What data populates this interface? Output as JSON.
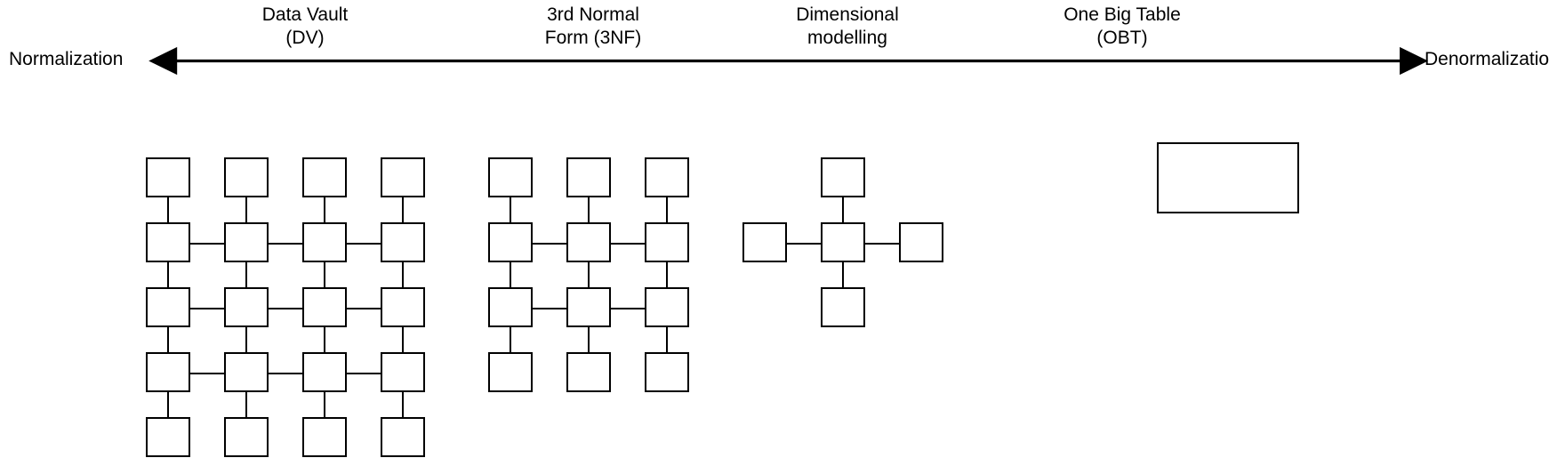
{
  "diagram": {
    "title_present": false,
    "axis": {
      "left_label": "Normalization",
      "right_label": "Denormalization",
      "arrow_style": "double-headed",
      "color": "#000000"
    },
    "stages": [
      {
        "id": "data-vault",
        "label": "Data Vault\n(DV)",
        "line1": "Data Vault",
        "line2": "(DV)",
        "schema_shape": "5x4-grid-mesh",
        "box_count": 20
      },
      {
        "id": "third-normal-form",
        "label": "3rd Normal\nForm (3NF)",
        "line1": "3rd Normal",
        "line2": "Form (3NF)",
        "schema_shape": "4x3-grid-mesh",
        "box_count": 12
      },
      {
        "id": "dimensional-modelling",
        "label": "Dimensional\nmodelling",
        "line1": "Dimensional",
        "line2": "modelling",
        "schema_shape": "star-schema",
        "box_count": 5
      },
      {
        "id": "one-big-table",
        "label": "One Big Table\n(OBT)",
        "line1": "One Big Table",
        "line2": "(OBT)",
        "schema_shape": "single-wide-table",
        "box_count": 1
      }
    ],
    "colors": {
      "stroke": "#000000",
      "fill": "#ffffff",
      "background": "#ffffff"
    }
  }
}
